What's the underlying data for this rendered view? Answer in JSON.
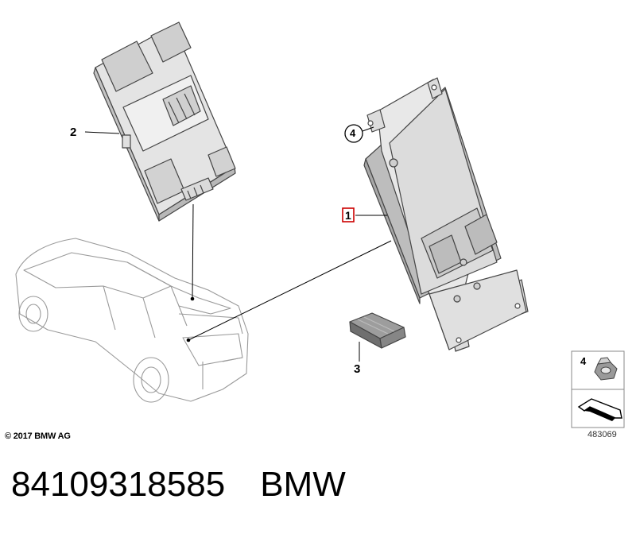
{
  "diagram": {
    "callouts": {
      "item1": "1",
      "item2": "2",
      "item3": "3",
      "item4": "4"
    },
    "legend": {
      "item_number": "4"
    },
    "copyright": "© 2017 BMW AG",
    "diagram_number": "483069"
  },
  "caption": {
    "part_number": "84109318585",
    "brand": "BMW"
  },
  "colors": {
    "highlight_box": "#cc0000",
    "part_fill": "#e6e6e6",
    "part_shade": "#bcbcbc",
    "outline": "#444444",
    "car_outline": "#9a9a9a"
  }
}
